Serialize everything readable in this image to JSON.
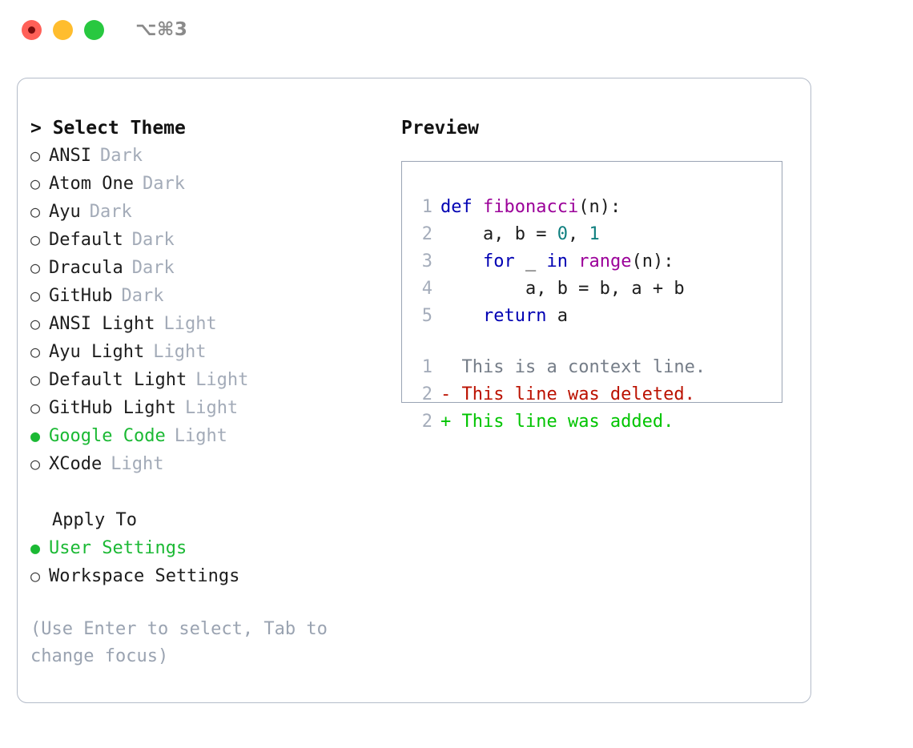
{
  "titlebar": {
    "shortcut": "⌥⌘3",
    "buttons": [
      {
        "name": "close-button",
        "color": "#ff6058"
      },
      {
        "name": "minimize-button",
        "color": "#ffbd2e"
      },
      {
        "name": "maximize-button",
        "color": "#28c840"
      }
    ]
  },
  "theme_picker": {
    "heading": "> Select Theme",
    "items": [
      {
        "bullet": "○",
        "label": "ANSI",
        "tag": "Dark",
        "selected": false
      },
      {
        "bullet": "○",
        "label": "Atom One",
        "tag": "Dark",
        "selected": false
      },
      {
        "bullet": "○",
        "label": "Ayu",
        "tag": "Dark",
        "selected": false
      },
      {
        "bullet": "○",
        "label": "Default",
        "tag": "Dark",
        "selected": false
      },
      {
        "bullet": "○",
        "label": "Dracula",
        "tag": "Dark",
        "selected": false
      },
      {
        "bullet": "○",
        "label": "GitHub",
        "tag": "Dark",
        "selected": false
      },
      {
        "bullet": "○",
        "label": "ANSI Light",
        "tag": "Light",
        "selected": false
      },
      {
        "bullet": "○",
        "label": "Ayu Light",
        "tag": "Light",
        "selected": false
      },
      {
        "bullet": "○",
        "label": "Default Light",
        "tag": "Light",
        "selected": false
      },
      {
        "bullet": "○",
        "label": "GitHub Light",
        "tag": "Light",
        "selected": false
      },
      {
        "bullet": "●",
        "label": "Google Code",
        "tag": "Light",
        "selected": true
      },
      {
        "bullet": "○",
        "label": "XCode",
        "tag": "Light",
        "selected": false
      }
    ]
  },
  "apply_to": {
    "heading": "Apply To",
    "items": [
      {
        "bullet": "●",
        "label": "User Settings",
        "selected": true
      },
      {
        "bullet": "○",
        "label": "Workspace Settings",
        "selected": false
      }
    ]
  },
  "hint": "(Use Enter to select, Tab to change focus)",
  "preview": {
    "heading": "Preview",
    "code_lines": [
      {
        "num": "1",
        "tokens": [
          {
            "t": "def ",
            "c": "kw"
          },
          {
            "t": "fibonacci",
            "c": "fn"
          },
          {
            "t": "(n):",
            "c": "plain"
          }
        ]
      },
      {
        "num": "2",
        "tokens": [
          {
            "t": "    a, b = ",
            "c": "plain"
          },
          {
            "t": "0",
            "c": "num"
          },
          {
            "t": ", ",
            "c": "plain"
          },
          {
            "t": "1",
            "c": "num"
          }
        ]
      },
      {
        "num": "3",
        "tokens": [
          {
            "t": "    ",
            "c": "plain"
          },
          {
            "t": "for",
            "c": "kw"
          },
          {
            "t": " _ ",
            "c": "plain"
          },
          {
            "t": "in",
            "c": "kw"
          },
          {
            "t": " ",
            "c": "plain"
          },
          {
            "t": "range",
            "c": "fn"
          },
          {
            "t": "(n):",
            "c": "plain"
          }
        ]
      },
      {
        "num": "4",
        "tokens": [
          {
            "t": "        a, b = b, a + b",
            "c": "plain"
          }
        ]
      },
      {
        "num": "5",
        "tokens": [
          {
            "t": "    ",
            "c": "plain"
          },
          {
            "t": "return",
            "c": "kw"
          },
          {
            "t": " a",
            "c": "plain"
          }
        ]
      }
    ],
    "diff_lines": [
      {
        "num": "1",
        "marker": "  ",
        "text": "This is a context line.",
        "kind": "ctx"
      },
      {
        "num": "2",
        "marker": "- ",
        "text": "This line was deleted.",
        "kind": "del"
      },
      {
        "num": "2",
        "marker": "+ ",
        "text": "This line was added.",
        "kind": "add"
      }
    ]
  },
  "colors": {
    "accent_green": "#1bb934",
    "muted": "#a3abb8",
    "keyword": "#0000b3",
    "function": "#9b0099",
    "number": "#0f7f7f",
    "diff_context": "#757d88",
    "diff_deleted": "#bb1100",
    "diff_added": "#00c400",
    "panel_border": "#b4bcc9",
    "preview_border": "#9aa4b4"
  }
}
